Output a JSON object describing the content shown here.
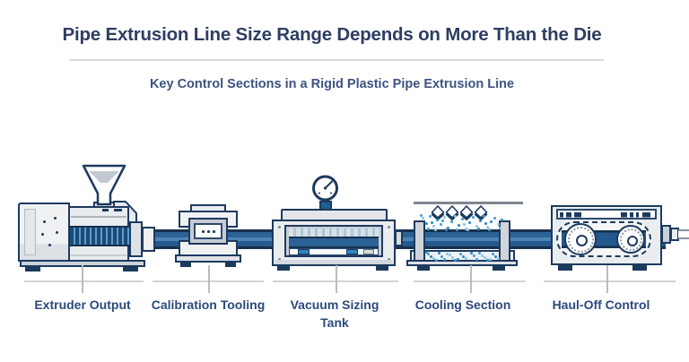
{
  "header": {
    "title": "Pipe Extrusion Line Size Range Depends on More Than the Die",
    "subtitle": "Key Control Sections in a Rigid Plastic Pipe Extrusion Line"
  },
  "stations": [
    {
      "label": "Extruder Output",
      "icon": "extruder-icon"
    },
    {
      "label": "Calibration Tooling",
      "icon": "calibration-die-icon"
    },
    {
      "label": "Vacuum Sizing Tank",
      "icon": "vacuum-tank-gauge-icon"
    },
    {
      "label": "Cooling Section",
      "icon": "spray-cooling-icon"
    },
    {
      "label": "Haul-Off Control",
      "icon": "caterpillar-haul-off-icon"
    }
  ],
  "colors": {
    "title_text": "#2e3d63",
    "subtitle_text": "#3d5381",
    "label_text": "#2b4a7c",
    "machine_outline": "#1d3a5f",
    "machine_body": "#eaedf0",
    "pipe_blue": "#2c6296",
    "pipe_dark": "#16314e",
    "accent_blue": "#2e86c1",
    "droplet_blue": "#47a0d8",
    "divider_gray": "#d8dadc",
    "leader_gray": "#b9bdc2"
  }
}
